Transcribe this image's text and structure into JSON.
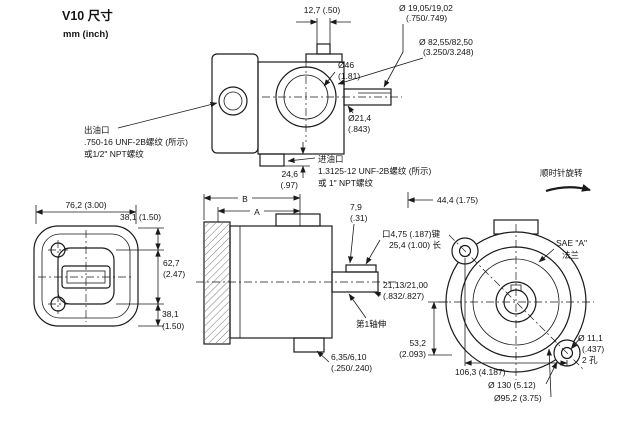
{
  "title": {
    "product": "V10 尺寸",
    "units": "mm (inch)"
  },
  "colors": {
    "line": "#1a1a1a",
    "background": "#ffffff"
  },
  "rotation_label": "顺时针旋转",
  "top_view": {
    "boss_width": "12,7 (.50)",
    "shaft_dia_mm": "Ø 19,05/19,02",
    "shaft_dia_in": "(.750/.749)",
    "pilot_dia_mm": "Ø 82,55/82,50",
    "pilot_dia_in": "(3.250/3.248)",
    "bore_dia_mm": "Ø46",
    "bore_dia_in": "(1.81)",
    "seal_dia_mm": "Ø21,4",
    "seal_dia_in": "(.843)",
    "outlet_line1": "出油口",
    "outlet_line2": ".750-16 UNF-2B螺纹 (所示)",
    "outlet_line3": "或1/2\" NPT螺纹",
    "inlet_line1": "进油口",
    "inlet_line2": "1.3125-12 UNF-2B螺纹 (所示)",
    "inlet_line3": "或 1\" NPT螺纹",
    "inlet_depth_mm": "24,6",
    "inlet_depth_in": "(.97)",
    "shaft_length": "44,4 (1.75)"
  },
  "front_view": {
    "bolt_width": "76,2 (3.00)",
    "top_offset": "38,1 (1.50)",
    "mid_height_mm": "62,7",
    "mid_height_in": "(2.47)",
    "bottom_offset_mm": "38,1",
    "bottom_offset_in": "(1.50)"
  },
  "section_view": {
    "dim_b": "B",
    "dim_a": "A",
    "key_offset_mm": "7,9",
    "key_offset_in": "(.31)",
    "key_spec_line1": "口4,75 (.187)键",
    "key_spec_line2": "25,4 (1.00) 长",
    "shaft_dia_mm": "21,13/21,00",
    "shaft_dia_in": "(.832/.827)",
    "shaft_label": "第1轴伸",
    "step_mm": "6,35/6,10",
    "step_in": "(.250/.240)"
  },
  "rear_view": {
    "flange_line1": "SAE \"A\"",
    "flange_line2": "法兰",
    "half_spacing_mm": "53,2",
    "half_spacing_in": "(2.093)",
    "bolt_spacing": "106,3 (4.187)",
    "flange_od": "Ø 130 (5.12)",
    "bolt_circle": "Ø95,2 (3.75)",
    "hole_dia": "Ø 11,1",
    "hole_dia_in": "(.437)",
    "hole_count": "2 孔"
  }
}
